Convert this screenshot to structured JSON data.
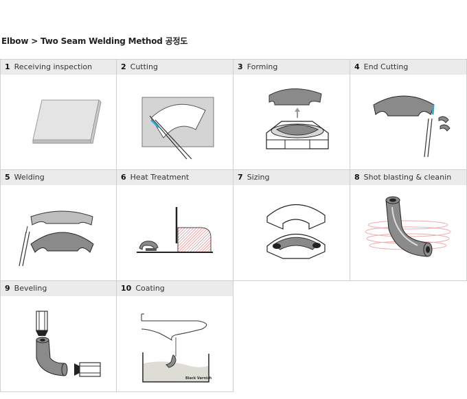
{
  "title": "Elbow > Two Seam Welding Method 공정도",
  "steps": [
    {
      "num": "1",
      "label": "Receiving inspection",
      "icon": "steel-plate-icon"
    },
    {
      "num": "2",
      "label": "Cutting",
      "icon": "plate-cutting-icon"
    },
    {
      "num": "3",
      "label": "Forming",
      "icon": "press-forming-icon"
    },
    {
      "num": "4",
      "label": "End Cutting",
      "icon": "end-cutting-icon"
    },
    {
      "num": "5",
      "label": "Welding",
      "icon": "welding-icon"
    },
    {
      "num": "6",
      "label": "Heat Treatment",
      "icon": "furnace-icon"
    },
    {
      "num": "7",
      "label": "Sizing",
      "icon": "sizing-die-icon"
    },
    {
      "num": "8",
      "label": "Shot blasting & cleanin",
      "icon": "shot-blasting-icon"
    },
    {
      "num": "9",
      "label": "Beveling",
      "icon": "beveling-icon"
    },
    {
      "num": "10",
      "label": "Coating",
      "icon": "coating-tank-icon"
    }
  ],
  "coating_tank_label": "Black Varnish"
}
